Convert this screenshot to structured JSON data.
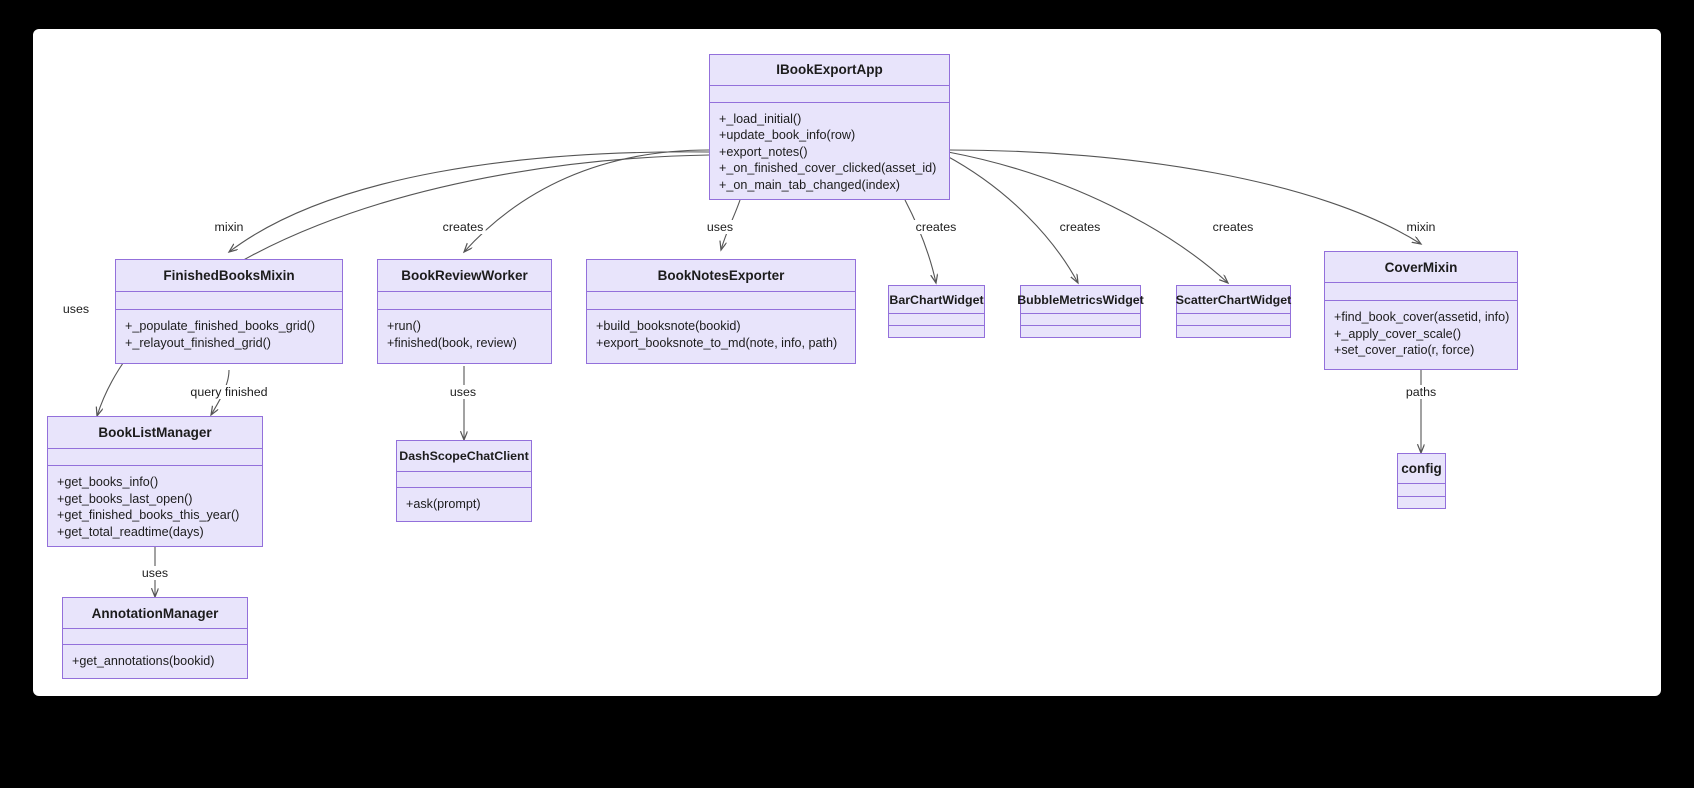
{
  "diagram": {
    "type": "uml-class-diagram",
    "background": "#000000",
    "sheet_color": "#ffffff",
    "node_fill": "#e8e4fb",
    "node_border": "#9370db",
    "edge_color": "#555555",
    "text_color": "#1c1c1c"
  },
  "nodes": [
    {
      "id": "IBookExportApp",
      "name": "IBookExportApp",
      "attributes": [],
      "methods": [
        "+_load_initial()",
        "+update_book_info(row)",
        "+export_notes()",
        "+_on_finished_cover_clicked(asset_id)",
        "+_on_main_tab_changed(index)"
      ]
    },
    {
      "id": "FinishedBooksMixin",
      "name": "FinishedBooksMixin",
      "attributes": [],
      "methods": [
        "+_populate_finished_books_grid()",
        "+_relayout_finished_grid()"
      ]
    },
    {
      "id": "BookReviewWorker",
      "name": "BookReviewWorker",
      "attributes": [],
      "methods": [
        "+run()",
        "+finished(book, review)"
      ]
    },
    {
      "id": "BookNotesExporter",
      "name": "BookNotesExporter",
      "attributes": [],
      "methods": [
        "+build_booksnote(bookid)",
        "+export_booksnote_to_md(note, info, path)"
      ]
    },
    {
      "id": "BarChartWidget",
      "name": "BarChartWidget",
      "attributes": [],
      "methods": []
    },
    {
      "id": "BubbleMetricsWidget",
      "name": "BubbleMetricsWidget",
      "attributes": [],
      "methods": []
    },
    {
      "id": "ScatterChartWidget",
      "name": "ScatterChartWidget",
      "attributes": [],
      "methods": []
    },
    {
      "id": "CoverMixin",
      "name": "CoverMixin",
      "attributes": [],
      "methods": [
        "+find_book_cover(assetid, info)",
        "+_apply_cover_scale()",
        "+set_cover_ratio(r, force)"
      ]
    },
    {
      "id": "BookListManager",
      "name": "BookListManager",
      "attributes": [],
      "methods": [
        "+get_books_info()",
        "+get_books_last_open()",
        "+get_finished_books_this_year()",
        "+get_total_readtime(days)"
      ]
    },
    {
      "id": "DashScopeChatClient",
      "name": "DashScopeChatClient",
      "attributes": [],
      "methods": [
        "+ask(prompt)"
      ]
    },
    {
      "id": "AnnotationManager",
      "name": "AnnotationManager",
      "attributes": [],
      "methods": [
        "+get_annotations(bookid)"
      ]
    },
    {
      "id": "config",
      "name": "config",
      "attributes": [],
      "methods": []
    }
  ],
  "edges": [
    {
      "from": "IBookExportApp",
      "to": "FinishedBooksMixin",
      "label": "mixin"
    },
    {
      "from": "IBookExportApp",
      "to": "BookReviewWorker",
      "label": "creates"
    },
    {
      "from": "IBookExportApp",
      "to": "BookNotesExporter",
      "label": "uses"
    },
    {
      "from": "IBookExportApp",
      "to": "BarChartWidget",
      "label": "creates"
    },
    {
      "from": "IBookExportApp",
      "to": "BubbleMetricsWidget",
      "label": "creates"
    },
    {
      "from": "IBookExportApp",
      "to": "ScatterChartWidget",
      "label": "creates"
    },
    {
      "from": "IBookExportApp",
      "to": "CoverMixin",
      "label": "mixin"
    },
    {
      "from": "IBookExportApp",
      "to": "BookListManager",
      "label": "uses"
    },
    {
      "from": "FinishedBooksMixin",
      "to": "BookListManager",
      "label": "query finished"
    },
    {
      "from": "BookReviewWorker",
      "to": "DashScopeChatClient",
      "label": "uses"
    },
    {
      "from": "BookListManager",
      "to": "AnnotationManager",
      "label": "uses"
    },
    {
      "from": "CoverMixin",
      "to": "config",
      "label": "paths"
    }
  ]
}
